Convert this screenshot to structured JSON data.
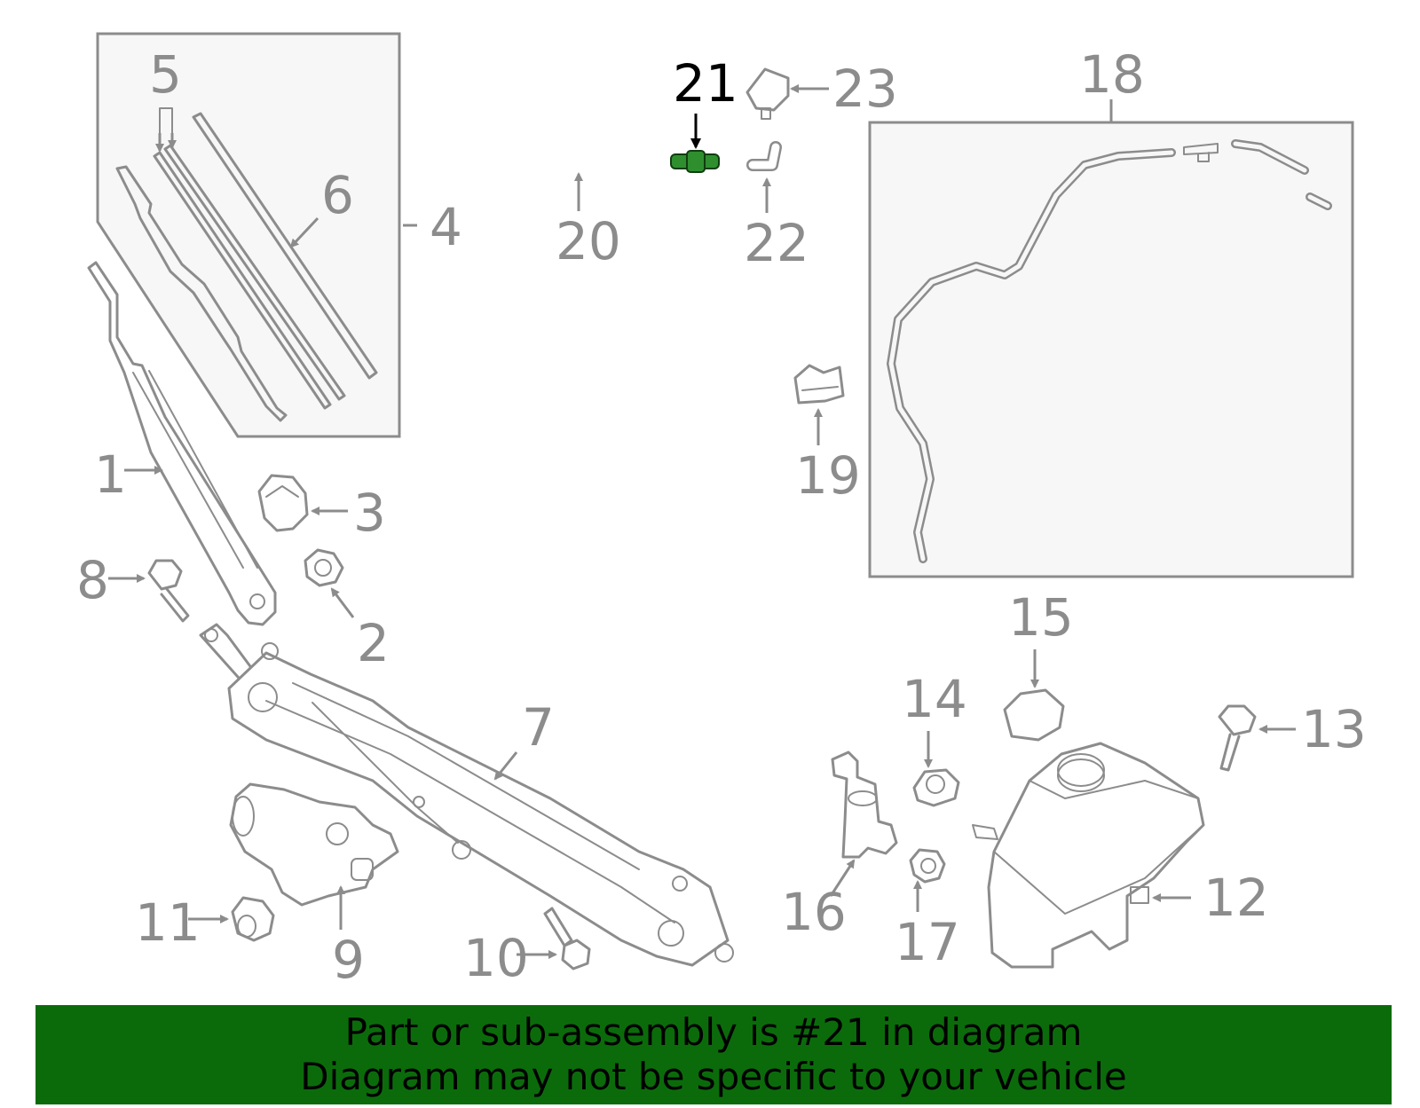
{
  "callouts": {
    "c1": "1",
    "c2": "2",
    "c3": "3",
    "c4": "4",
    "c5": "5",
    "c6": "6",
    "c7": "7",
    "c8": "8",
    "c9": "9",
    "c10": "10",
    "c11": "11",
    "c12": "12",
    "c13": "13",
    "c14": "14",
    "c15": "15",
    "c16": "16",
    "c17": "17",
    "c18": "18",
    "c19": "19",
    "c20": "20",
    "c21": "21",
    "c22": "22",
    "c23": "23"
  },
  "highlighted_part": "21",
  "colors": {
    "highlight": "#2f8f2f",
    "banner": "#0b6b0b",
    "lines": "#8c8c8c"
  },
  "banner": {
    "line1": "Part or sub-assembly is #21 in diagram",
    "line2": "Diagram may not be specific to your vehicle"
  }
}
